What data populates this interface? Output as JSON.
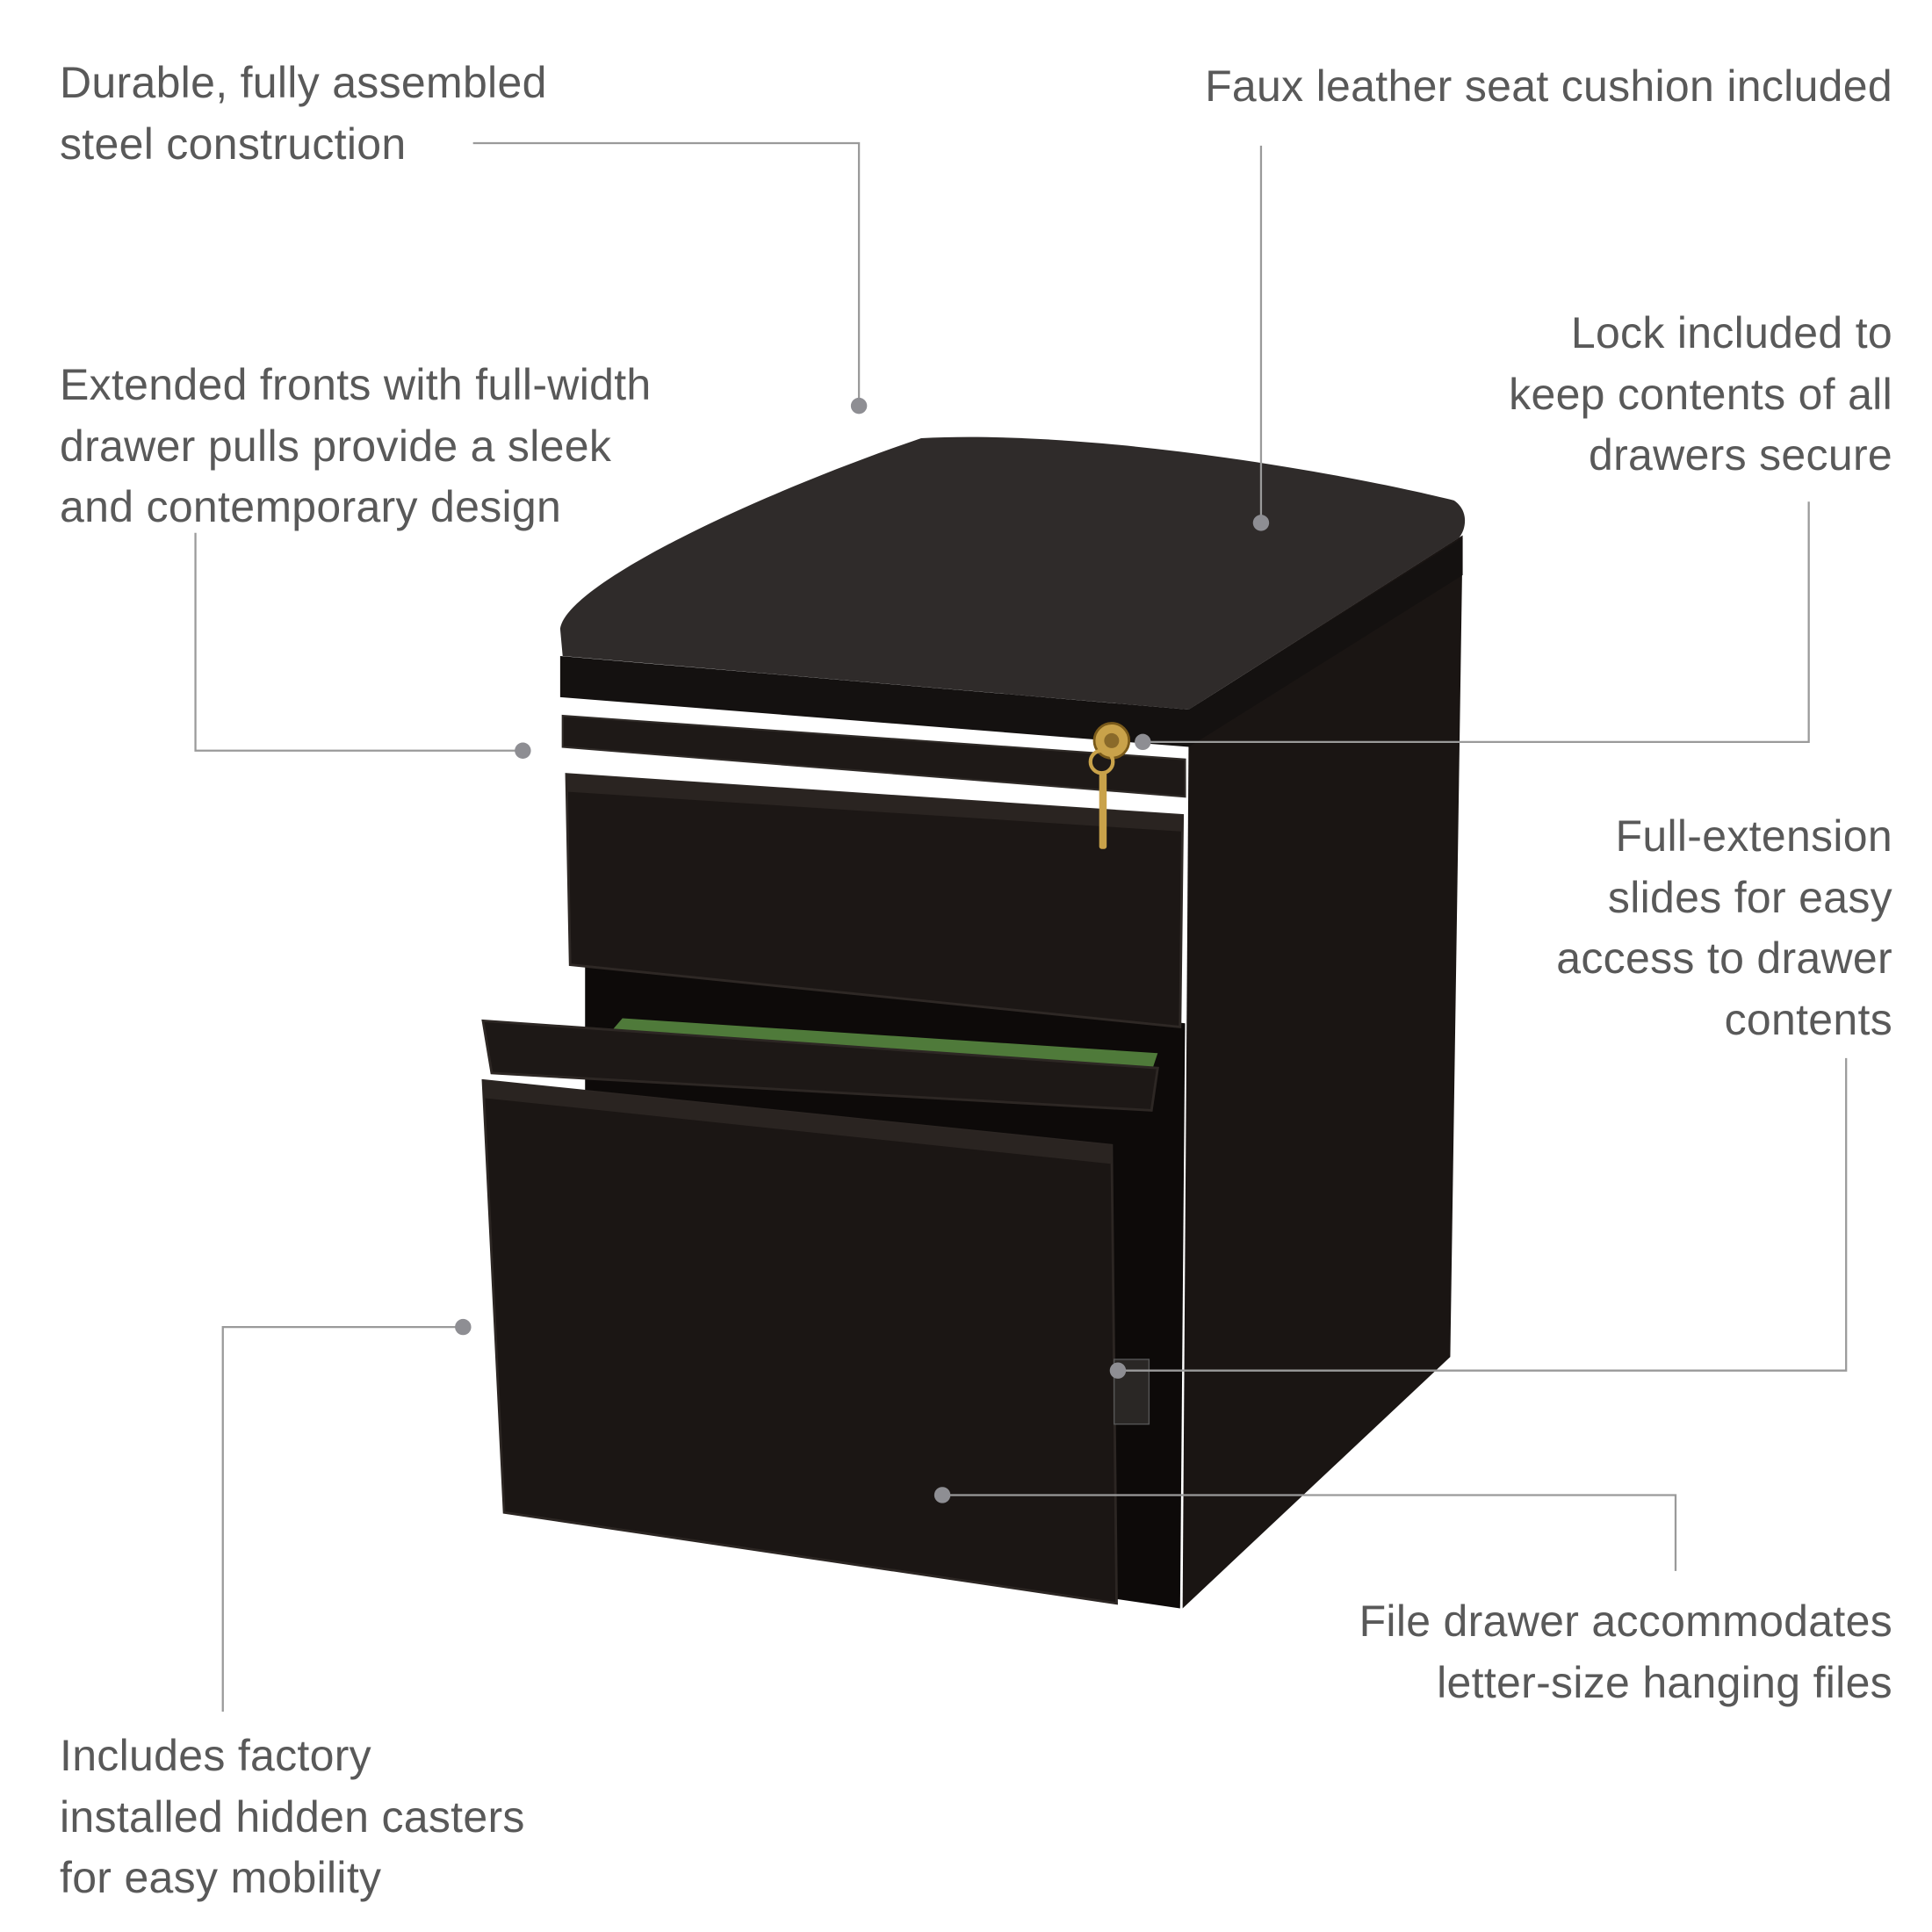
{
  "callouts": {
    "steel": {
      "lines": [
        "Durable, fully assembled",
        "steel construction"
      ]
    },
    "cushion": {
      "lines": [
        "Faux leather seat cushion included"
      ]
    },
    "lock": {
      "lines": [
        "Lock included to",
        "keep contents of all",
        "drawers secure"
      ]
    },
    "fronts": {
      "lines": [
        "Extended fronts with full-width",
        "drawer pulls provide a sleek",
        "and contemporary design"
      ]
    },
    "slides": {
      "lines": [
        "Full-extension",
        "slides for easy",
        "access to drawer",
        "contents"
      ]
    },
    "file_drawer": {
      "lines": [
        "File drawer accommodates",
        "letter-size hanging files"
      ]
    },
    "casters": {
      "lines": [
        "Includes factory",
        "installed hidden casters",
        "for easy mobility"
      ]
    }
  },
  "colors": {
    "text": "#595959",
    "leader_line": "#9a9a9a",
    "dot": "#8e8e93",
    "cabinet": "#1b1614",
    "cushion": "#2f2b2a",
    "files": "#4f7a3a",
    "lock": "#c9a24a"
  }
}
